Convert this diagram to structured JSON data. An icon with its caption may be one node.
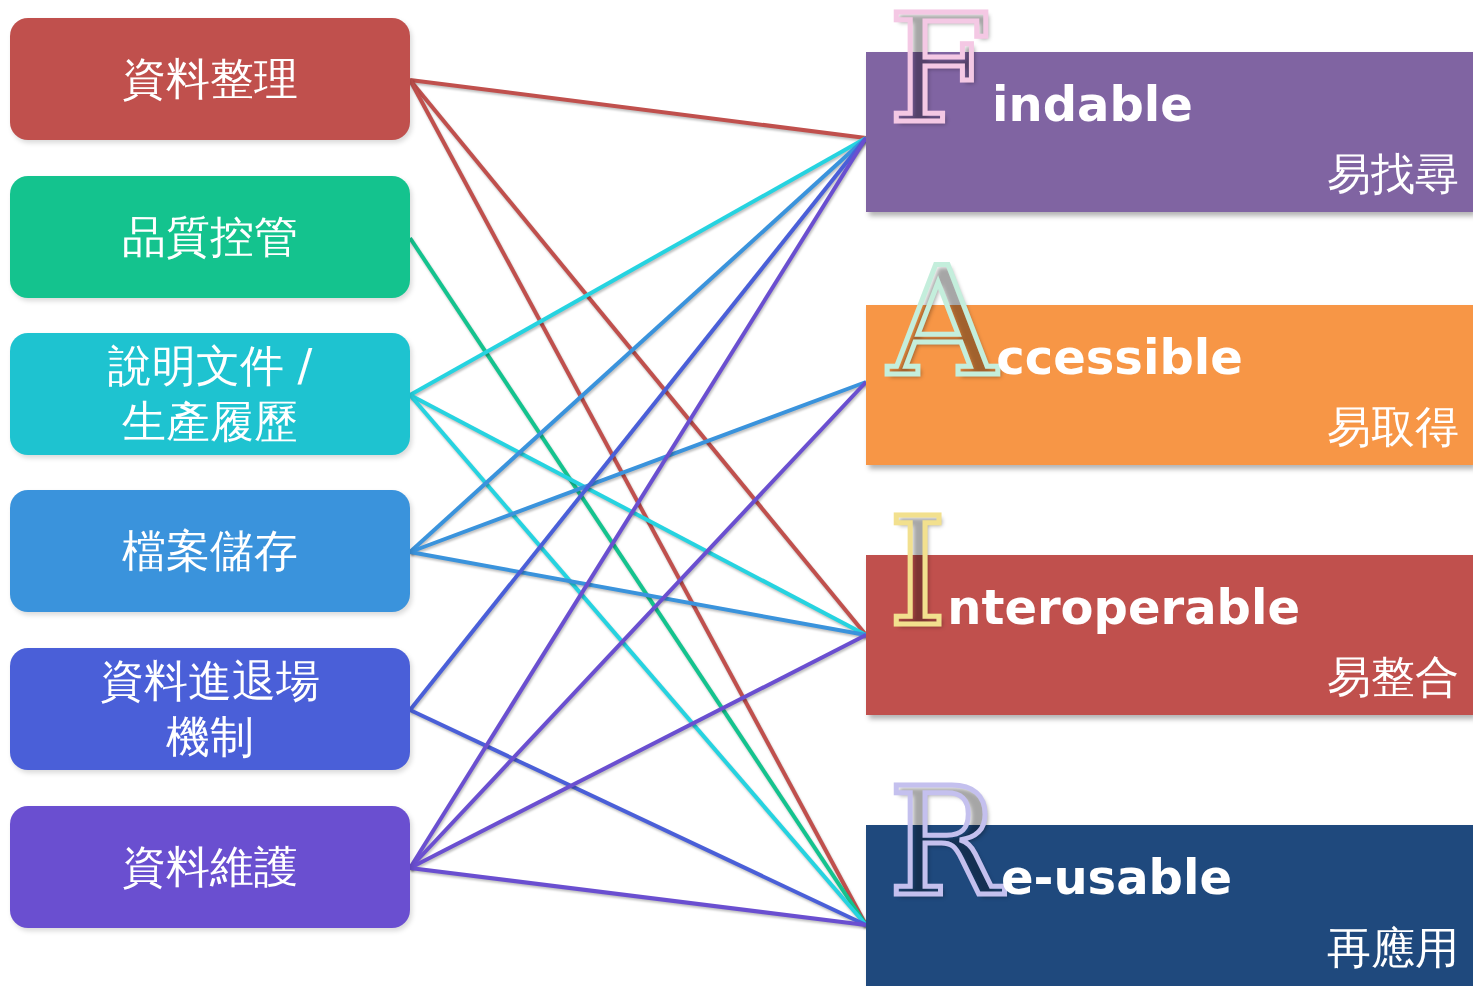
{
  "diagram": {
    "nodes": [
      {
        "text": [
          "資料整理"
        ]
      },
      {
        "text": [
          "品質控管"
        ]
      },
      {
        "text": [
          "說明文件 / 生產履歷"
        ]
      },
      {
        "text": [
          "檔案儲存"
        ]
      },
      {
        "text": [
          "資料進退場機制"
        ]
      },
      {
        "text": [
          "資料維護"
        ]
      },
      {
        "text": [
          "Findable",
          "易找尋"
        ]
      },
      {
        "text": [
          "Accessible",
          "易取得"
        ]
      },
      {
        "text": [
          "Interoperable",
          "易整合"
        ]
      },
      {
        "text": [
          "Re-usable",
          "再應用"
        ]
      }
    ],
    "edges": [
      {
        "from": 0,
        "to": 6,
        "arrow": "none",
        "color": "#c0504d"
      },
      {
        "from": 0,
        "to": 8,
        "arrow": "none",
        "color": "#c0504d"
      },
      {
        "from": 0,
        "to": 9,
        "arrow": "none",
        "color": "#c0504d"
      },
      {
        "from": 1,
        "to": 9,
        "arrow": "none",
        "color": "#14c38e"
      },
      {
        "from": 2,
        "to": 6,
        "arrow": "none",
        "color": "#26d3e0"
      },
      {
        "from": 2,
        "to": 8,
        "arrow": "none",
        "color": "#26d3e0"
      },
      {
        "from": 2,
        "to": 9,
        "arrow": "none",
        "color": "#26d3e0"
      },
      {
        "from": 3,
        "to": 6,
        "arrow": "none",
        "color": "#3a93dc"
      },
      {
        "from": 3,
        "to": 7,
        "arrow": "none",
        "color": "#3a93dc"
      },
      {
        "from": 3,
        "to": 8,
        "arrow": "none",
        "color": "#3a93dc"
      },
      {
        "from": 4,
        "to": 6,
        "arrow": "none",
        "color": "#4a5fd8"
      },
      {
        "from": 4,
        "to": 9,
        "arrow": "none",
        "color": "#4a5fd8"
      },
      {
        "from": 5,
        "to": 6,
        "arrow": "none",
        "color": "#6a4fd0"
      },
      {
        "from": 5,
        "to": 7,
        "arrow": "none",
        "color": "#6a4fd0"
      },
      {
        "from": 5,
        "to": 8,
        "arrow": "none",
        "color": "#6a4fd0"
      },
      {
        "from": 5,
        "to": 9,
        "arrow": "none",
        "color": "#6a4fd0"
      }
    ]
  }
}
